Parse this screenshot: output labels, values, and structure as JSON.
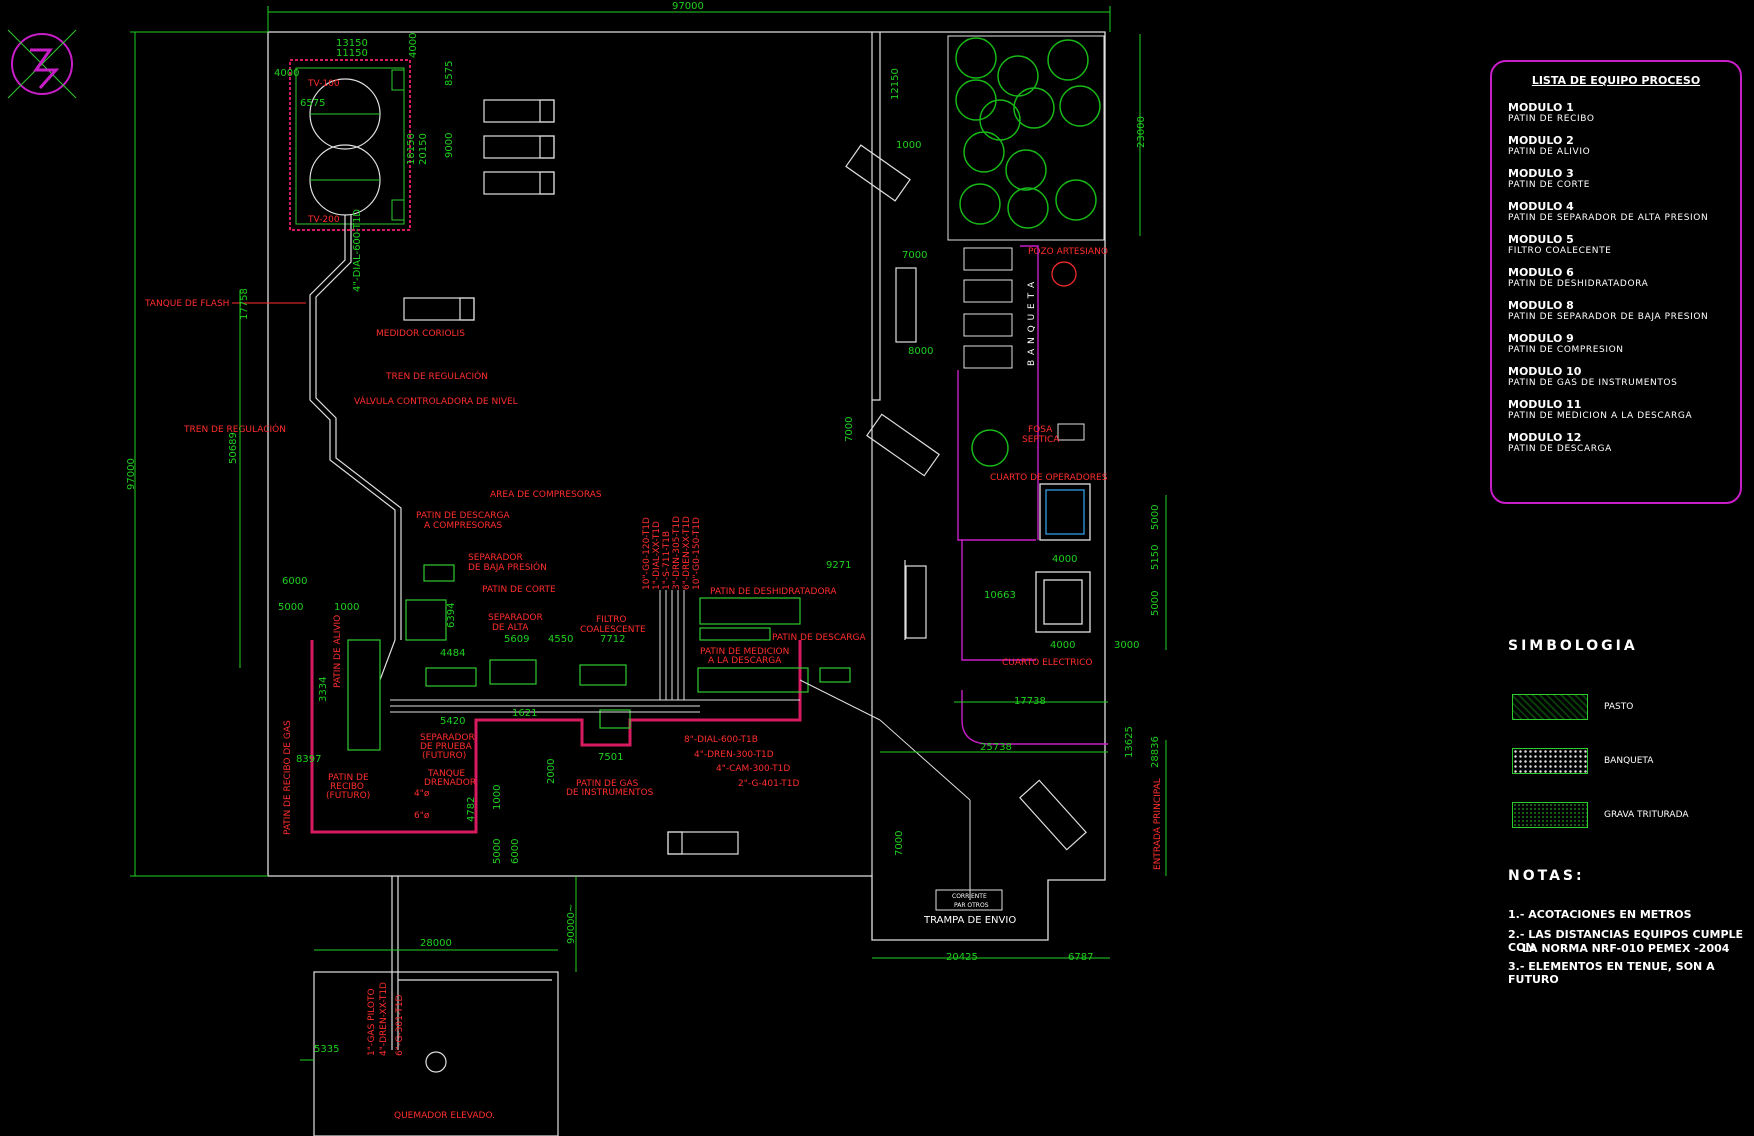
{
  "dimensions": {
    "overall_width": "97000",
    "overall_height": "97000",
    "d13150": "13150",
    "d11150": "11150",
    "d4000a": "4000",
    "d8575": "8575",
    "d4000b": "4000",
    "d6575": "6575",
    "d18150": "18150",
    "d20150": "20150",
    "d9000": "9000",
    "d17758": "17758",
    "d50689": "50689",
    "d6000a": "6000",
    "d5000a": "5000",
    "d1000a": "1000",
    "d6394": "6394",
    "d4484": "4484",
    "d5609": "5609",
    "d4550": "4550",
    "d7712": "7712",
    "d9271": "9271",
    "d3334": "3334",
    "d5420": "5420",
    "d1621": "1621",
    "d7501": "7501",
    "d2000": "2000",
    "d8397": "8397",
    "d1000b": "1000",
    "d4782": "4782",
    "d5000b": "5000",
    "d6000b": "6000",
    "d12150": "12150",
    "d1000c": "1000",
    "d7000a": "7000",
    "d8000": "8000",
    "d7000b": "7000",
    "d23000": "23000",
    "d5000c": "5000",
    "d4000c": "4000",
    "d5150": "5150",
    "d10663": "10663",
    "d5000d": "5000",
    "d4000d": "4000",
    "d3000": "3000",
    "d17738": "17738",
    "d25738": "25738",
    "d13625": "13625",
    "d28836": "28836",
    "d7000c": "7000",
    "d20425": "20425",
    "d6787": "6787",
    "d28000": "28000",
    "d90000": "90000~",
    "d5335": "5335"
  },
  "labels": {
    "tv100": "TV-100",
    "tv200": "TV-200",
    "tanque_flash": "TANQUE DE FLASH",
    "medidor_coriolis": "MEDIDOR CORIOLIS",
    "tren_regulacion_1": "TREN DE REGULACIÓN",
    "valvula_nivel": "VÁLVULA CONTROLADORA DE NIVEL",
    "tren_regulacion_2": "TREN DE REGULACIÓN",
    "linea_dial": "4\"-DIAL-600-T1D",
    "area_compresoras": "AREA DE COMPRESORAS",
    "patin_descarga_comp_1": "PATIN DE DESCARGA",
    "patin_descarga_comp_2": "A COMPRESORAS",
    "separador_baja_1": "SEPARADOR",
    "separador_baja_2": "DE BAJA PRESIÓN",
    "patin_corte": "PATIN DE CORTE",
    "separador_alta_1": "SEPARADOR",
    "separador_alta_2": "DE ALTA",
    "filtro_1": "FILTRO",
    "filtro_2": "COALESCENTE",
    "patin_deshidratadora": "PATIN DE DESHIDRATADORA",
    "patin_descarga": "PATIN DE DESCARGA",
    "patin_medicion_1": "PATIN DE MEDICION",
    "patin_medicion_2": "A LA DESCARGA",
    "patin_alivio": "PATIN DE ALIVIO",
    "patin_recibo_gas": "PATIN DE RECIBO DE GAS",
    "patin_recibo_futuro_1": "PATIN DE",
    "patin_recibo_futuro_2": "RECIBO",
    "patin_recibo_futuro_3": "(FUTURO)",
    "separador_prueba_1": "SEPARADOR",
    "separador_prueba_2": "DE PRUEBA",
    "separador_prueba_3": "(FUTURO)",
    "tanque_drenador_1": "TANQUE",
    "tanque_drenador_2": "DRENADOR",
    "patin_gas_inst_1": "PATIN DE GAS",
    "patin_gas_inst_2": "DE INSTRUMENTOS",
    "line_1": "8\"-DIAL-600-T1B",
    "line_2": "4\"-DREN-300-T1D",
    "line_3": "4\"-CAM-300-T1D",
    "line_4": "2\"-G-401-T1D",
    "vert_1": "10\"-G0-120-T1D",
    "vert_2": "1\"-DIAL-XX-T1D",
    "vert_3": "1\"-S-711-T1B",
    "vert_4": "3\"-DRN-305-T1D",
    "vert_5": "6\"-DREN-XX-T1D",
    "vert_6": "10\"-G0-150-T1D",
    "pipe_4": "4\"ø",
    "pipe_6": "6\"ø",
    "pozo_artesiano": "POZO ARTESIANO",
    "banqueta": "B A N Q U E T A",
    "fosa_1": "FOSA",
    "fosa_2": "SEPTICA",
    "cuarto_operadores": "CUARTO DE OPERADORES",
    "cuarto_electrico": "CUARTO ELECTRICO",
    "entrada_principal": "ENTRADA PRINCIPAL",
    "trampa_envio": "TRAMPA DE ENVIO",
    "trampa_tag_1": "CORRIENTE",
    "trampa_tag_2": "PAR OTROS",
    "quemador": "QUEMADOR ELEVADO.",
    "gas_piloto": "1\"-GAS PILOTO",
    "dren_flare": "4\"-DREN-XX-T1D",
    "g_flare": "6\"-G-301-T1D"
  },
  "equipment_list": {
    "title": "LISTA DE EQUIPO PROCESO",
    "modules": [
      {
        "name": "MODULO 1",
        "desc": "PATIN DE RECIBO"
      },
      {
        "name": "MODULO 2",
        "desc": "PATIN DE ALIVIO"
      },
      {
        "name": "MODULO 3",
        "desc": "PATIN DE CORTE"
      },
      {
        "name": "MODULO 4",
        "desc": "PATIN DE SEPARADOR DE ALTA PRESION"
      },
      {
        "name": "MODULO 5",
        "desc": "FILTRO COALECENTE"
      },
      {
        "name": "MODULO 6",
        "desc": "PATIN DE DESHIDRATADORA"
      },
      {
        "name": "MODULO 8",
        "desc": "PATIN DE SEPARADOR DE BAJA PRESION"
      },
      {
        "name": "MODULO 9",
        "desc": "PATIN DE COMPRESION"
      },
      {
        "name": "MODULO 10",
        "desc": "PATIN DE GAS DE INSTRUMENTOS"
      },
      {
        "name": "MODULO 11",
        "desc": "PATIN DE MEDICION A LA DESCARGA"
      },
      {
        "name": "MODULO 12",
        "desc": "PATIN DE DESCARGA"
      }
    ]
  },
  "simbologia": {
    "title": "SIMBOLOGIA",
    "items": [
      {
        "label": "PASTO"
      },
      {
        "label": "BANQUETA"
      },
      {
        "label": "GRAVA TRITURADA"
      }
    ]
  },
  "notas": {
    "title": "NOTAS:",
    "items": [
      "1.- ACOTACIONES EN METROS",
      "2.- LAS DISTANCIAS EQUIPOS CUMPLE CON",
      "LA NORMA NRF-010 PEMEX -2004",
      "3.- ELEMENTOS EN TENUE, SON A FUTURO"
    ]
  },
  "colors": {
    "background": "#000000",
    "dimension": "#1fd11f",
    "label": "#ff2e2e",
    "outline": "#ffffff",
    "accent": "#c81ec8",
    "gravel": "#d81b60",
    "equipment": "#2ecc2e",
    "pipe": "#e0e0e0",
    "tree": "#17b817"
  }
}
